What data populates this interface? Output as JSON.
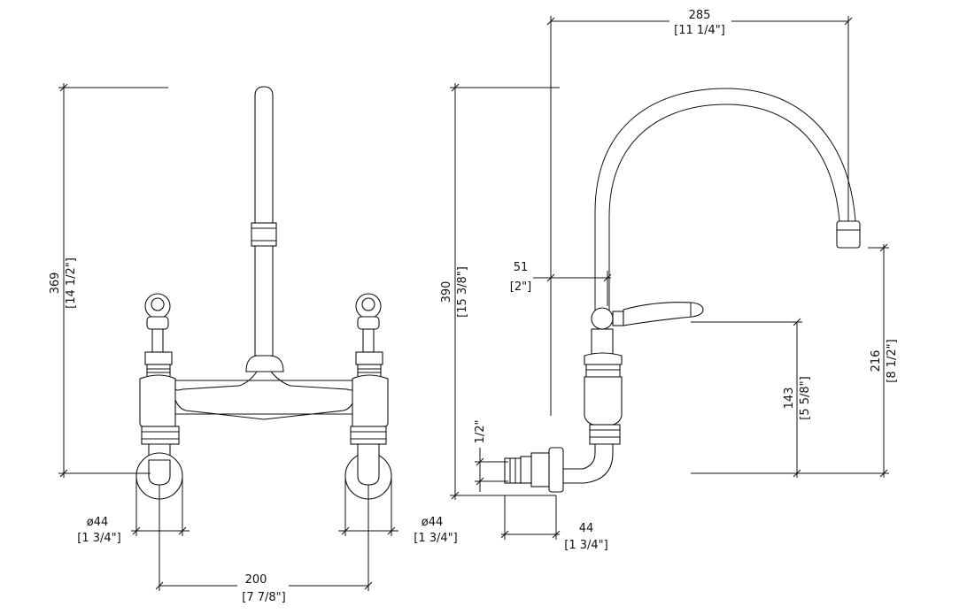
{
  "dimensions": {
    "overall_width_front": {
      "mm": "200",
      "in": "[7 7/8\"]"
    },
    "flange_dia_left": {
      "mm": "ø44",
      "in": "[1 3/4\"]"
    },
    "flange_dia_right": {
      "mm": "ø44",
      "in": "[1 3/4\"]"
    },
    "height_front": {
      "mm": "369",
      "in": "[14 1/2\"]"
    },
    "spout_reach": {
      "mm": "285",
      "in": "[11 1/4\"]"
    },
    "height_side": {
      "mm": "390",
      "in": "[15 3/8\"]"
    },
    "spout_offset": {
      "mm": "51",
      "in": "[2\"]"
    },
    "thread_size": {
      "in": "1/2\""
    },
    "handle_height": {
      "mm": "143",
      "in": "[5 5/8\"]"
    },
    "spout_height": {
      "mm": "216",
      "in": "[8 1/2\"]"
    },
    "inlet_length": {
      "mm": "44",
      "in": "[1 3/4\"]"
    }
  }
}
